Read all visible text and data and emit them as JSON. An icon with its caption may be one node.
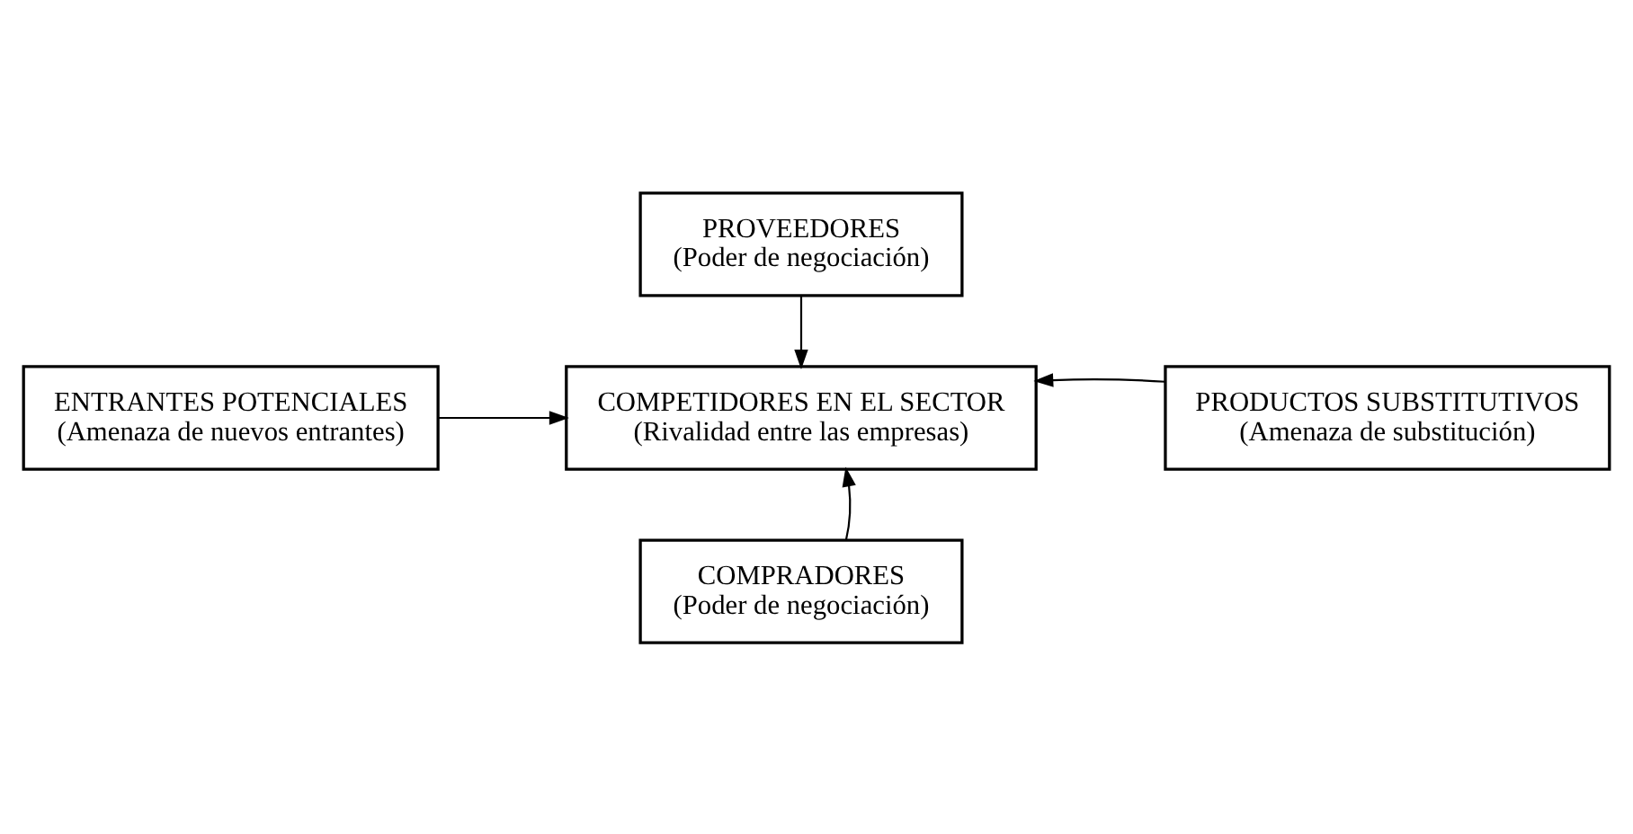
{
  "diagram": {
    "nodes": [
      {
        "text": [
          "PROVEEDORES",
          "(Poder de negociación)"
        ]
      },
      {
        "text": [
          "ENTRANTES POTENCIALES",
          "(Amenaza de nuevos entrantes)"
        ]
      },
      {
        "text": [
          "COMPETIDORES EN EL SECTOR",
          "(Rivalidad entre las empresas)"
        ]
      },
      {
        "text": [
          "PRODUCTOS SUBSTITUTIVOS",
          "(Amenaza de substitución)"
        ]
      },
      {
        "text": [
          "COMPRADORES",
          "(Poder de negociación)"
        ]
      }
    ],
    "edges": [
      {
        "from": 0,
        "to": 2,
        "arrow": "to"
      },
      {
        "from": 1,
        "to": 2,
        "arrow": "to"
      },
      {
        "from": 3,
        "to": 2,
        "arrow": "to"
      },
      {
        "from": 4,
        "to": 2,
        "arrow": "to"
      }
    ]
  }
}
